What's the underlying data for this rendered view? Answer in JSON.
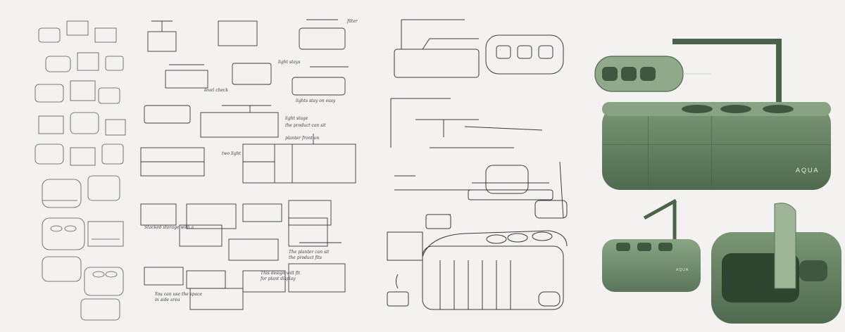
{
  "brand": {
    "name": "AQUA"
  },
  "notes": {
    "filter": "filter",
    "light_stays": "light stays",
    "level_check": "level check",
    "lights_on_easy": "lights stay on easy",
    "light_stage": "light stage",
    "the_product_can_sit": "the product can sit",
    "planter_front": "planter front on",
    "two_light": "two light",
    "stacked_storage": "Stacked storage with a",
    "the_planter_can_rest": "The planter can sit",
    "this_design_could_fit": "This design will fit",
    "you_can_use_the_space": "You can use the space",
    "for_plant_display": "for plant display",
    "in_side_area": "in side area",
    "the_product_bit": "the product fits"
  },
  "colors": {
    "paper": "#f4f1f1",
    "pencil": "#3a3a3a",
    "pencil_light": "#9a9a9a",
    "render_green": "#5f7a5c",
    "render_green_dark": "#3f573f",
    "render_green_light": "#9fb598",
    "render_bg": "#cfdcc9"
  },
  "icons": {
    "sketch_board": "concept-sketch-sheet",
    "render": "product-render"
  }
}
